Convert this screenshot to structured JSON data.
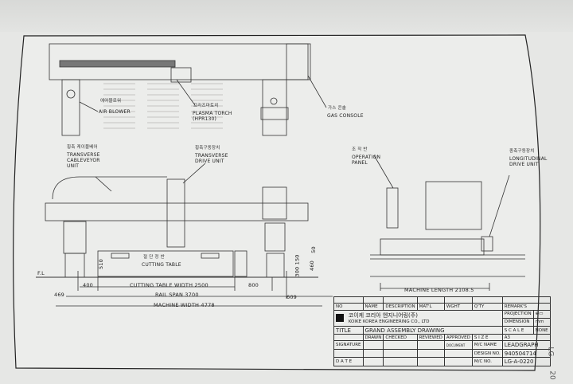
{
  "top_view": {
    "air_blower_kr": "에어블로워",
    "air_blower": "AIR BLOWER",
    "plasma_torch_kr": "프라즈마토치",
    "plasma_torch": "PLASMA TORCH",
    "plasma_torch_model": "(HPR130)",
    "gas_console_kr": "가스 콘솔",
    "gas_console": "GAS CONSOLE"
  },
  "front_view": {
    "cableveyor_kr": "횡축 케이블베어",
    "cableveyor": [
      "TRANSVERSE",
      "CABLEVEYOR",
      "UNIT"
    ],
    "transverse_drive_kr": "횡축구동장치",
    "transverse_drive": [
      "TRANSVERSE",
      "DRIVE UNIT"
    ],
    "cutting_table_kr": "절 단 정 반",
    "cutting_table": "CUTTING TABLE",
    "floor_level": "F.L",
    "dims": {
      "d400": "400",
      "cutting_table_width": "CUTTING TABLE WIDTH 2500",
      "d800": "800",
      "d469": "469",
      "rail_span": "RAIL SPAN 3700",
      "d609": "609",
      "machine_width": "MACHINE WIDTH 4778",
      "d510": "510",
      "d300_150": "300 150",
      "d460": "460",
      "d50": "50"
    }
  },
  "side_view": {
    "operation_panel_kr": "조 작 반",
    "operation_panel": [
      "OPERATION",
      "PANEL"
    ],
    "longitudinal_kr": "종축구동장치",
    "longitudinal": [
      "LONGITUDINAL",
      "DRIVE UNIT"
    ],
    "machine_length": "MACHINE LENGTH 2108.5"
  },
  "title_block": {
    "headers": [
      "NO",
      "NAME",
      "DESCRIPTION",
      "MAT'L",
      "WGHT",
      "Q'TY",
      "REMARK'S"
    ],
    "company_kr": "코이케 코리아 엔지니어링(주)",
    "company": "KOIKE KOREA ENGINEERING CO., LTD",
    "title_label": "TITLE",
    "title": "GRAND ASSEMBLY DRAWING",
    "projection_label": "PROJECTION",
    "dimension_label": "DIMENSION",
    "dimension": "mm",
    "scale_label": "S C A L E",
    "scale": "NONE",
    "size_label": "S I Z E",
    "size": "A3",
    "sign_cols": [
      "DRAWN",
      "CHECKED",
      "REVIEWED",
      "APPROVED"
    ],
    "signature_label": "SIGNATURE",
    "date_label": "D A T E",
    "document_label": "DOCUMENT",
    "mc_name_label": "M/C NAME",
    "mc_name": "LEADGRAPH",
    "design_no_label": "DESIGN NO.",
    "design_no": "940504714",
    "mc_no_label": "M/C NO.",
    "mc_no": "LG-A-0220"
  },
  "margin": {
    "code": "LG-",
    "page": "20"
  }
}
